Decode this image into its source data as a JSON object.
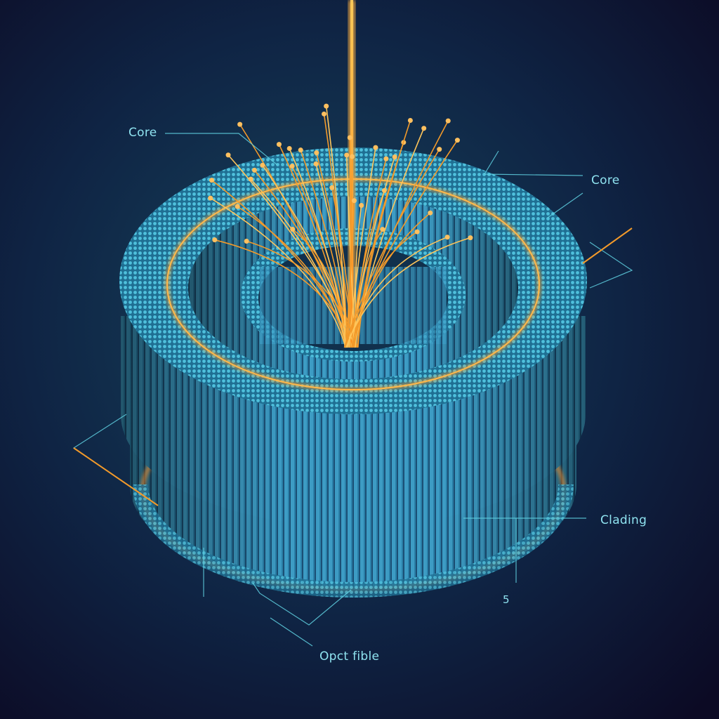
{
  "title": "Optical fiber cross-section diagram",
  "labels": {
    "core_left": "Core",
    "core_right": "Core",
    "cladding": "Clading",
    "number": "5",
    "bottom": "Opct fible"
  },
  "colors": {
    "background": "#0c1630",
    "cladding_blue": "#2f8fb5",
    "fiber_orange": "#f39a2a",
    "label_cyan": "#8fe3f0"
  },
  "fiber_strand_count": 40
}
